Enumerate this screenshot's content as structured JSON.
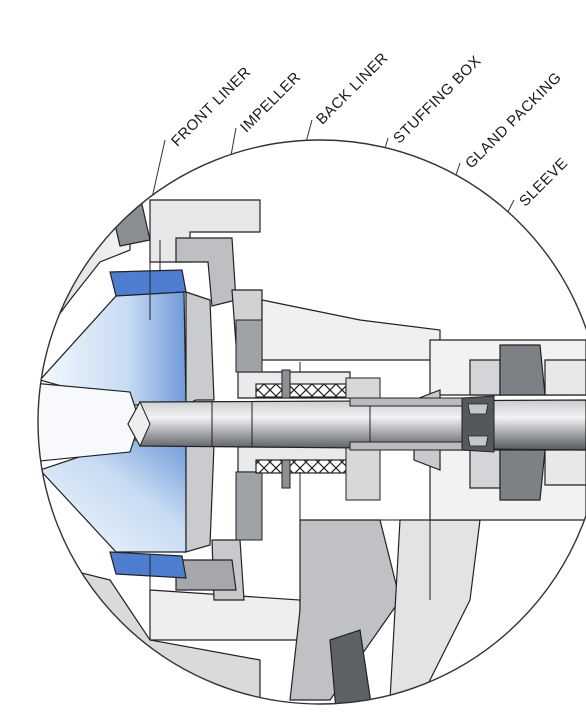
{
  "labels": {
    "front_liner": "FRONT LINER",
    "impeller": "IMPELLER",
    "back_liner": "BACK LINER",
    "stuffing_box": "STUFFING BOX",
    "gland_packing": "GLAND PACKING",
    "sleeve": "SLEEVE"
  },
  "colors": {
    "impeller_blue": "#8fb4e6",
    "metal_dark": "#6f7276",
    "metal_mid": "#a9abae",
    "metal_light": "#e4e5e7",
    "line": "#222222"
  }
}
